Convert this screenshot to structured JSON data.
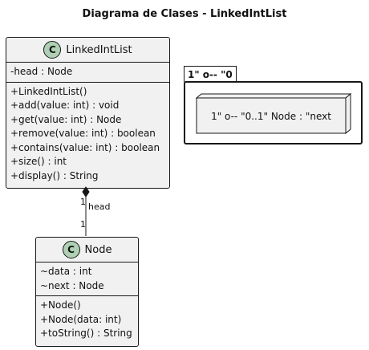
{
  "diagram": {
    "title": "Diagrama de Clases - LinkedIntList",
    "classes": [
      {
        "id": "linkedintlist",
        "icon": "C",
        "name": "LinkedIntList",
        "attributes": [
          "-head : Node"
        ],
        "methods": [
          "+LinkedIntList()",
          "+add(value: int) : void",
          "+get(value: int) : Node",
          "+remove(value: int) : boolean",
          "+contains(value: int) : boolean",
          "+size() : int",
          "+display() : String"
        ]
      },
      {
        "id": "node",
        "icon": "C",
        "name": "Node",
        "attributes": [
          "~data : int",
          "~next : Node"
        ],
        "methods": [
          "+Node()",
          "+Node(data: int)",
          "+toString() : String"
        ]
      }
    ],
    "package": {
      "name": "1\" o-- \"0",
      "node_label": "1\" o-- \"0..1\" Node : \"next"
    },
    "association": {
      "type": "composition",
      "source_multiplicity": "1",
      "target_multiplicity": "1",
      "role": "head"
    },
    "colors": {
      "class_fill": "#f1f1f1",
      "class_icon": "#add1b2",
      "border": "#181818",
      "node_fill": "#f1f1f1"
    }
  }
}
